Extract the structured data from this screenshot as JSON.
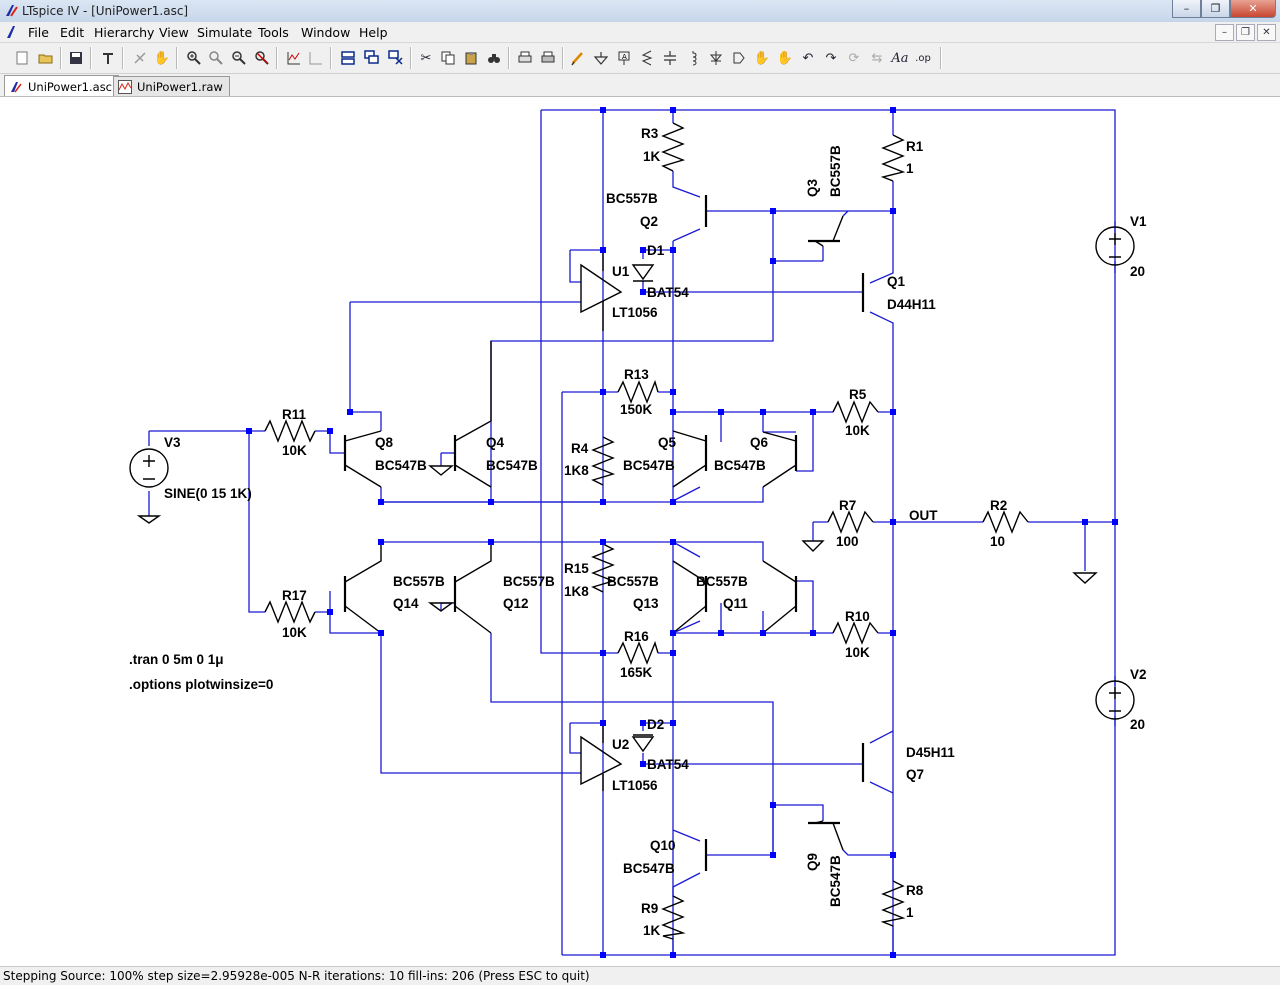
{
  "window": {
    "title": "LTspice IV - [UniPower1.asc]"
  },
  "menu": [
    "File",
    "Edit",
    "Hierarchy",
    "View",
    "Simulate",
    "Tools",
    "Window",
    "Help"
  ],
  "toolbar_icons": [
    "new-schematic-icon",
    "open-icon",
    "save-icon",
    "control-panel-icon",
    "run-icon",
    "pan-hand-icon",
    "zoom-in-icon",
    "zoom-area-icon",
    "zoom-out-icon",
    "zoom-cancel-icon",
    "autorange-icon",
    "plot-settings-icon",
    "tile-horizontal-icon",
    "cascade-icon",
    "close-window-icon",
    "cut-icon",
    "copy-icon",
    "paste-icon",
    "find-icon",
    "print-preview-icon",
    "print-icon",
    "draw-wire-icon",
    "ground-icon",
    "label-net-icon",
    "resistor-icon",
    "capacitor-icon",
    "inductor-icon",
    "diode-icon",
    "component-icon",
    "move-icon",
    "drag-icon",
    "undo-icon",
    "redo-icon",
    "rotate-icon",
    "mirror-icon",
    "text-icon",
    "spice-directive-icon"
  ],
  "tabs": [
    {
      "label": "UniPower1.asc",
      "icon": "schematic-icon"
    },
    {
      "label": "UniPower1.raw",
      "icon": "waveform-icon"
    }
  ],
  "schematic": {
    "R3": {
      "name": "R3",
      "value": "1K"
    },
    "R1": {
      "name": "R1",
      "value": "1"
    },
    "Q2": {
      "name": "Q2",
      "model": "BC557B"
    },
    "Q3": {
      "name": "Q3",
      "model": "BC557B"
    },
    "D1": {
      "name": "D1",
      "model": "BAT54"
    },
    "U1": {
      "name": "U1",
      "model": "LT1056"
    },
    "Q1": {
      "name": "Q1",
      "model": "D44H11"
    },
    "V1": {
      "name": "V1",
      "value": "20"
    },
    "R13": {
      "name": "R13",
      "value": "150K"
    },
    "R5": {
      "name": "R5",
      "value": "10K"
    },
    "R11": {
      "name": "R11",
      "value": "10K"
    },
    "V3": {
      "name": "V3",
      "value": "SINE(0 15 1K)"
    },
    "Q8": {
      "name": "Q8",
      "model": "BC547B"
    },
    "Q4": {
      "name": "Q4",
      "model": "BC547B"
    },
    "R4": {
      "name": "R4",
      "value": "1K8"
    },
    "Q5": {
      "name": "Q5",
      "model": "BC547B"
    },
    "Q6": {
      "name": "Q6",
      "model": "BC547B"
    },
    "R7": {
      "name": "R7",
      "value": "100"
    },
    "OUT": "OUT",
    "R2": {
      "name": "R2",
      "value": "10"
    },
    "R15": {
      "name": "R15",
      "value": "1K8"
    },
    "Q14": {
      "name": "Q14",
      "model": "BC557B"
    },
    "Q12": {
      "name": "Q12",
      "model": "BC557B"
    },
    "Q13": {
      "name": "Q13",
      "model": "BC557B"
    },
    "Q11": {
      "name": "Q11",
      "model": "BC557B"
    },
    "R17": {
      "name": "R17",
      "value": "10K"
    },
    "R16": {
      "name": "R16",
      "value": "165K"
    },
    "R10": {
      "name": "R10",
      "value": "10K"
    },
    "V2": {
      "name": "V2",
      "value": "20"
    },
    "D2": {
      "name": "D2",
      "model": "BAT54"
    },
    "U2": {
      "name": "U2",
      "model": "LT1056"
    },
    "Q7": {
      "name": "Q7",
      "model": "D45H11"
    },
    "Q10": {
      "name": "Q10",
      "model": "BC547B"
    },
    "Q9": {
      "name": "Q9",
      "model": "BC547B"
    },
    "R9": {
      "name": "R9",
      "value": "1K"
    },
    "R8": {
      "name": "R8",
      "value": "1"
    },
    "directives": [
      ".tran 0 5m 0 1μ",
      ".options plotwinsize=0"
    ]
  },
  "colors": {
    "wire": "#1a1ad4",
    "component": "#000000",
    "junction": "#0000ff",
    "canvas": "#ffffff"
  },
  "status": "Stepping Source: 100%  step size=2.95928e-005 N-R iterations: 10 fill-ins: 206  (Press ESC to quit)"
}
